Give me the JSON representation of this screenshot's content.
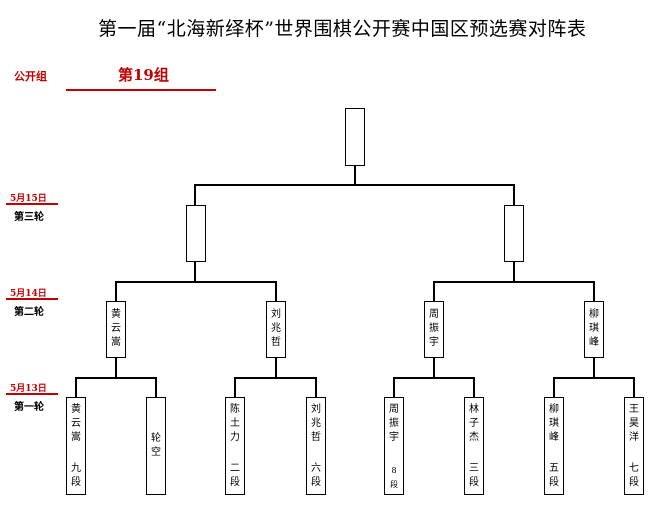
{
  "title": "第一届“北海新绎杯”世界围棋公开赛中国区预选赛对阵表",
  "group": {
    "label": "公开组",
    "name": "第19组"
  },
  "rounds": [
    {
      "date": "5月15日",
      "name": "第三轮"
    },
    {
      "date": "5月14日",
      "name": "第二轮"
    },
    {
      "date": "5月13日",
      "name": "第一轮"
    }
  ],
  "round2": [
    "黄云嵩",
    "刘兆哲",
    "周振宇",
    "柳琪峰"
  ],
  "round1": [
    {
      "name": "黄云嵩",
      "rank": "九段"
    },
    {
      "name": "轮空",
      "rank": ""
    },
    {
      "name": "陈土力",
      "rank": "二段"
    },
    {
      "name": "刘兆哲",
      "rank": "六段"
    },
    {
      "name": "周振宇",
      "rank": "8段"
    },
    {
      "name": "林子杰",
      "rank": "三段"
    },
    {
      "name": "柳琪峰",
      "rank": "五段"
    },
    {
      "name": "王昊洋",
      "rank": "七段"
    }
  ]
}
